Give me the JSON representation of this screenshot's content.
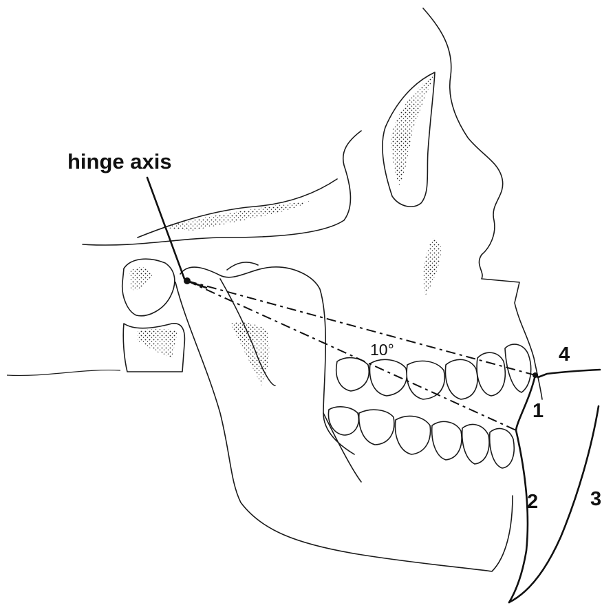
{
  "diagram": {
    "labels": {
      "hinge_axis": "hinge axis",
      "angle": "10°",
      "point_1": "1",
      "path_2": "2",
      "path_3": "3",
      "point_4": "4"
    },
    "colors": {
      "ink": "#111111",
      "background": "#ffffff"
    }
  }
}
